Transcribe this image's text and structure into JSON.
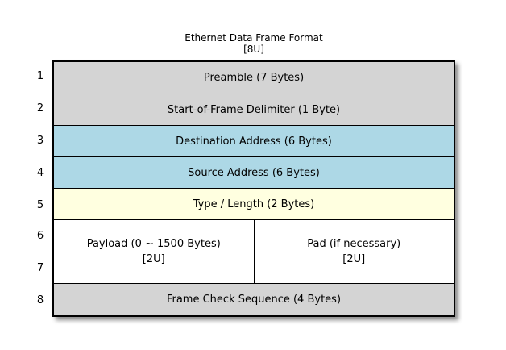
{
  "title": {
    "text": "Ethernet Data Frame Format",
    "subtitle": "[8U]"
  },
  "colors": {
    "field_gray": "#d4d4d4",
    "field_blue": "#add8e6",
    "field_yellow": "#ffffe0",
    "field_white": "#ffffff",
    "border": "#000000"
  },
  "row_numbers": {
    "r1": "1",
    "r2": "2",
    "r3": "3",
    "r4": "4",
    "r5": "5",
    "r6": "6",
    "r7": "7",
    "r8": "8"
  },
  "fields": {
    "preamble": {
      "label": "Preamble (7 Bytes)",
      "fill": "#d4d4d4"
    },
    "sfd": {
      "label": "Start-of-Frame Delimiter (1 Byte)",
      "fill": "#d4d4d4"
    },
    "destination": {
      "label": "Destination Address (6 Bytes)",
      "fill": "#add8e6"
    },
    "source": {
      "label": "Source Address (6 Bytes)",
      "fill": "#add8e6"
    },
    "type_length": {
      "label": "Type / Length (2 Bytes)",
      "fill": "#ffffe0"
    },
    "payload": {
      "label": "Payload (0 ~ 1500 Bytes)",
      "sublabel": "[2U]",
      "fill": "#ffffff"
    },
    "pad": {
      "label": "Pad (if necessary)",
      "sublabel": "[2U]",
      "fill": "#ffffff"
    },
    "fcs": {
      "label": "Frame Check Sequence (4 Bytes)",
      "fill": "#d4d4d4"
    }
  }
}
